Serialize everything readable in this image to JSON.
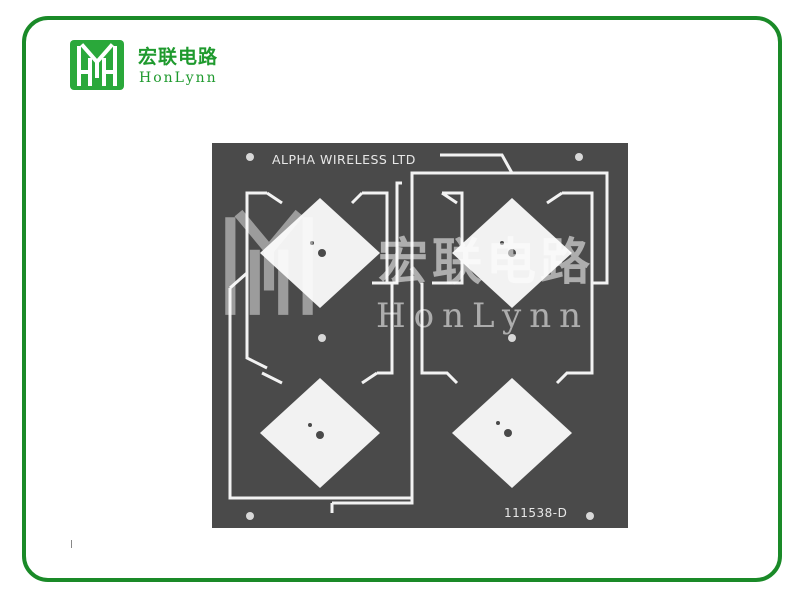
{
  "brand": {
    "name_cn": "宏联电路",
    "name_en": "HonLynn",
    "color": "#1f9a2e",
    "frame_color": "#1a8a28"
  },
  "pcb": {
    "silkscreen_title": "ALPHA WIRELESS LTD",
    "part_number": "111538-D",
    "board_color": "#4a4a4a",
    "copper_color": "#f2f2f2"
  },
  "watermark": {
    "text_cn": "宏联电路",
    "text_en": "HonLynn"
  }
}
